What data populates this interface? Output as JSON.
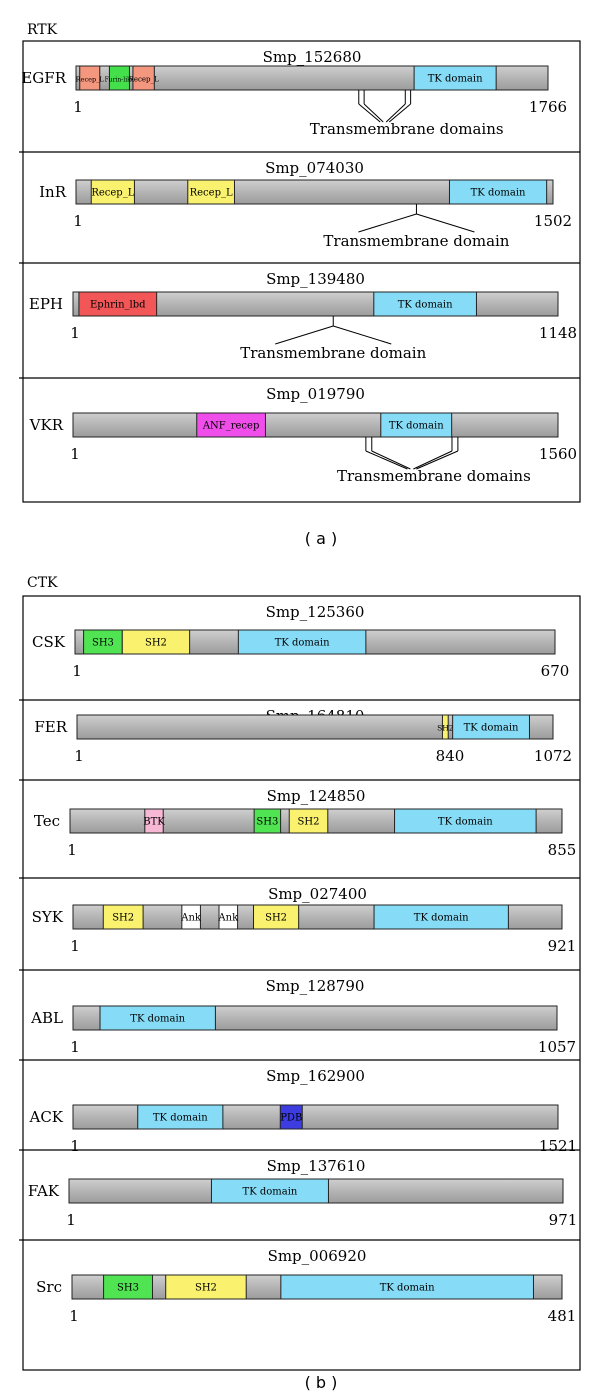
{
  "panels": [
    {
      "id": "a",
      "label": "RTK",
      "caption": "( a )",
      "proteins": [
        {
          "gene": "Smp_152680",
          "name": "EGFR",
          "length": 1766,
          "start_label": "1",
          "end_label": "1766",
          "domains": [
            {
              "label": "Recep_L",
              "start": 14,
              "end": 89,
              "color": "#F4977F"
            },
            {
              "label": "Furin-like",
              "start": 125,
              "end": 200,
              "color": "#44E04C"
            },
            {
              "label": "Recep_L",
              "start": 213,
              "end": 293,
              "color": "#F4977F"
            },
            {
              "label": "TK domain",
              "start": 1265,
              "end": 1572,
              "color": "#86DCF6"
            }
          ],
          "tm": {
            "label": "Transmembrane domains",
            "positions": [
              1058,
              1078,
              1232,
              1252
            ]
          }
        },
        {
          "gene": "Smp_074030",
          "name": "InR",
          "length": 1502,
          "start_label": "1",
          "end_label": "1502",
          "domains": [
            {
              "label": "Recep_L",
              "start": 48,
              "end": 184,
              "color": "#FAF26E"
            },
            {
              "label": "Recep_L",
              "start": 352,
              "end": 499,
              "color": "#FAF26E"
            },
            {
              "label": "TK domain",
              "start": 1176,
              "end": 1482,
              "color": "#86DCF6"
            }
          ],
          "tm": {
            "label": "Transmembrane domain",
            "positions": [
              1072
            ]
          }
        },
        {
          "gene": "Smp_139480",
          "name": "EPH",
          "length": 1148,
          "start_label": "1",
          "end_label": "1148",
          "domains": [
            {
              "label": "Ephrin_lbd",
              "start": 14,
              "end": 198,
              "color": "#F25656"
            },
            {
              "label": "TK domain",
              "start": 712,
              "end": 955,
              "color": "#86DCF6"
            }
          ],
          "tm": {
            "label": "Transmembrane domain",
            "positions": [
              616
            ]
          }
        },
        {
          "gene": "Smp_019790",
          "name": "VKR",
          "length": 1560,
          "start_label": "1",
          "end_label": "1560",
          "domains": [
            {
              "label": "ANF_recep",
              "start": 398,
              "end": 619,
              "color": "#F04EEA"
            },
            {
              "label": "TK domain",
              "start": 990,
              "end": 1218,
              "color": "#86DCF6"
            }
          ],
          "tm": {
            "label": "Transmembrane domains",
            "positions": [
              942,
              961,
              1219,
              1238
            ]
          }
        }
      ]
    },
    {
      "id": "b",
      "label": "CTK",
      "caption": "( b )",
      "proteins": [
        {
          "gene": "Smp_125360",
          "name": "CSK",
          "length": 670,
          "start_label": "1",
          "end_label": "670",
          "domains": [
            {
              "label": "SH3",
              "start": 12,
              "end": 66,
              "color": "#50E452"
            },
            {
              "label": "SH2",
              "start": 66,
              "end": 160,
              "color": "#FAF26E"
            },
            {
              "label": "TK domain",
              "start": 228,
              "end": 406,
              "color": "#86DCF6"
            }
          ]
        },
        {
          "gene": "Smp_164810",
          "name": "FER",
          "length": 1072,
          "start_label": "1",
          "end_label": "1072",
          "extra_labels": [
            {
              "text": "840",
              "at": 840
            }
          ],
          "domains": [
            {
              "label": "SH2",
              "start": 823,
              "end": 836,
              "color": "#FAF26E"
            },
            {
              "label": "TK domain",
              "start": 846,
              "end": 1019,
              "color": "#86DCF6"
            }
          ]
        },
        {
          "gene": "Smp_124850",
          "name": "Tec",
          "length": 855,
          "start_label": "1",
          "end_label": "855",
          "domains": [
            {
              "label": "BTK",
              "start": 130,
              "end": 162,
              "color": "#F7B8D6"
            },
            {
              "label": "SH3",
              "start": 320,
              "end": 366,
              "color": "#50E452"
            },
            {
              "label": "SH2",
              "start": 381,
              "end": 448,
              "color": "#FAF26E"
            },
            {
              "label": "TK domain",
              "start": 564,
              "end": 810,
              "color": "#86DCF6"
            }
          ]
        },
        {
          "gene": "Smp_027400",
          "name": "SYK",
          "length": 921,
          "start_label": "1",
          "end_label": "921",
          "domains": [
            {
              "label": "SH2",
              "start": 57,
              "end": 132,
              "color": "#FAF26E"
            },
            {
              "label": "Ank",
              "start": 205,
              "end": 240,
              "color": "#FFFFFF"
            },
            {
              "label": "Ank",
              "start": 275,
              "end": 310,
              "color": "#FFFFFF"
            },
            {
              "label": "SH2",
              "start": 340,
              "end": 425,
              "color": "#FAF26E"
            },
            {
              "label": "TK domain",
              "start": 567,
              "end": 820,
              "color": "#86DCF6"
            }
          ]
        },
        {
          "gene": "Smp_128790",
          "name": "ABL",
          "length": 1057,
          "start_label": "1",
          "end_label": "1057",
          "domains": [
            {
              "label": "TK domain",
              "start": 59,
              "end": 311,
              "color": "#86DCF6"
            }
          ]
        },
        {
          "gene": "Smp_162900",
          "name": "ACK",
          "length": 1521,
          "start_label": "1",
          "end_label": "1521",
          "domains": [
            {
              "label": "TK domain",
              "start": 203,
              "end": 470,
              "color": "#86DCF6"
            },
            {
              "label": "PDB",
              "start": 650,
              "end": 719,
              "color": "#3C3CE0"
            }
          ]
        },
        {
          "gene": "Smp_137610",
          "name": "FAK",
          "length": 971,
          "start_label": "1",
          "end_label": "971",
          "domains": [
            {
              "label": "TK domain",
              "start": 280,
              "end": 510,
              "color": "#86DCF6"
            }
          ]
        },
        {
          "gene": "Smp_006920",
          "name": "Src",
          "length": 481,
          "start_label": "1",
          "end_label": "481",
          "domains": [
            {
              "label": "SH3",
              "start": 31,
              "end": 79,
              "color": "#50E452"
            },
            {
              "label": "SH2",
              "start": 92,
              "end": 171,
              "color": "#FAF26E"
            },
            {
              "label": "TK domain",
              "start": 205,
              "end": 453,
              "color": "#86DCF6"
            }
          ]
        }
      ]
    }
  ]
}
